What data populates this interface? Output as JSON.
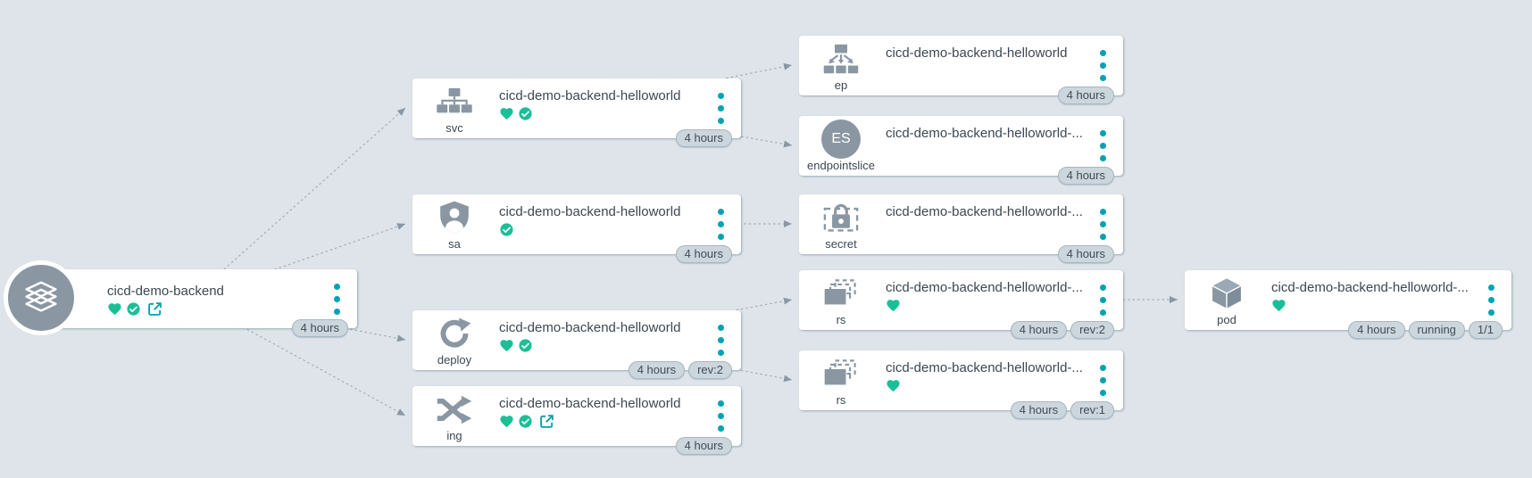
{
  "colors": {
    "background": "#dee4ea",
    "card": "#ffffff",
    "icon_gray": "#8a97a3",
    "healthy_green": "#1bbf97",
    "synced_green": "#1bbf97",
    "accent_teal": "#00a2b2",
    "badge_bg": "#ccd6dd",
    "badge_text": "#3f4d58",
    "edge_line": "#a3adb5",
    "text": "#3c4752"
  },
  "nodes": [
    {
      "id": "app",
      "name": "cicd-demo-backend",
      "icon": "layers-icon",
      "statuses": [
        "healthy-heart",
        "synced-check",
        "external-link"
      ],
      "badges": [
        "4 hours"
      ]
    },
    {
      "id": "svc",
      "kind": "svc",
      "name": "cicd-demo-backend-helloworld",
      "icon": "sitemap-icon",
      "statuses": [
        "healthy-heart",
        "synced-check"
      ],
      "badges": [
        "4 hours"
      ]
    },
    {
      "id": "sa",
      "kind": "sa",
      "name": "cicd-demo-backend-helloworld",
      "icon": "shield-user-icon",
      "statuses": [
        "synced-check"
      ],
      "badges": [
        "4 hours"
      ]
    },
    {
      "id": "deploy",
      "kind": "deploy",
      "name": "cicd-demo-backend-helloworld",
      "icon": "rotate-arrow-icon",
      "statuses": [
        "healthy-heart",
        "synced-check"
      ],
      "badges": [
        "4 hours",
        "rev:2"
      ]
    },
    {
      "id": "ing",
      "kind": "ing",
      "name": "cicd-demo-backend-helloworld",
      "icon": "shuffle-icon",
      "statuses": [
        "healthy-heart",
        "synced-check",
        "external-link"
      ],
      "badges": [
        "4 hours"
      ]
    },
    {
      "id": "ep",
      "kind": "ep",
      "name": "cicd-demo-backend-helloworld",
      "icon": "fan-out-icon",
      "statuses": [],
      "badges": [
        "4 hours"
      ]
    },
    {
      "id": "endpointslice",
      "kind": "endpointslice",
      "name": "cicd-demo-backend-helloworld-...",
      "icon_text": "ES",
      "statuses": [],
      "badges": [
        "4 hours"
      ]
    },
    {
      "id": "secret",
      "kind": "secret",
      "name": "cicd-demo-backend-helloworld-...",
      "icon": "lock-icon",
      "statuses": [],
      "badges": [
        "4 hours"
      ]
    },
    {
      "id": "rs1",
      "kind": "rs",
      "name": "cicd-demo-backend-helloworld-...",
      "icon": "replicaset-icon",
      "statuses": [
        "healthy-heart"
      ],
      "badges": [
        "4 hours",
        "rev:2"
      ]
    },
    {
      "id": "rs2",
      "kind": "rs",
      "name": "cicd-demo-backend-helloworld-...",
      "icon": "replicaset-icon",
      "statuses": [
        "healthy-heart"
      ],
      "badges": [
        "4 hours",
        "rev:1"
      ]
    },
    {
      "id": "pod",
      "kind": "pod",
      "name": "cicd-demo-backend-helloworld-...",
      "icon": "cube-icon",
      "statuses": [
        "healthy-heart"
      ],
      "badges": [
        "4 hours",
        "running",
        "1/1"
      ]
    }
  ],
  "edges": [
    {
      "from": "app",
      "to": "svc"
    },
    {
      "from": "app",
      "to": "sa"
    },
    {
      "from": "app",
      "to": "deploy"
    },
    {
      "from": "app",
      "to": "ing"
    },
    {
      "from": "svc",
      "to": "ep"
    },
    {
      "from": "svc",
      "to": "endpointslice"
    },
    {
      "from": "sa",
      "to": "secret"
    },
    {
      "from": "deploy",
      "to": "rs1"
    },
    {
      "from": "deploy",
      "to": "rs2"
    },
    {
      "from": "rs1",
      "to": "pod"
    }
  ]
}
